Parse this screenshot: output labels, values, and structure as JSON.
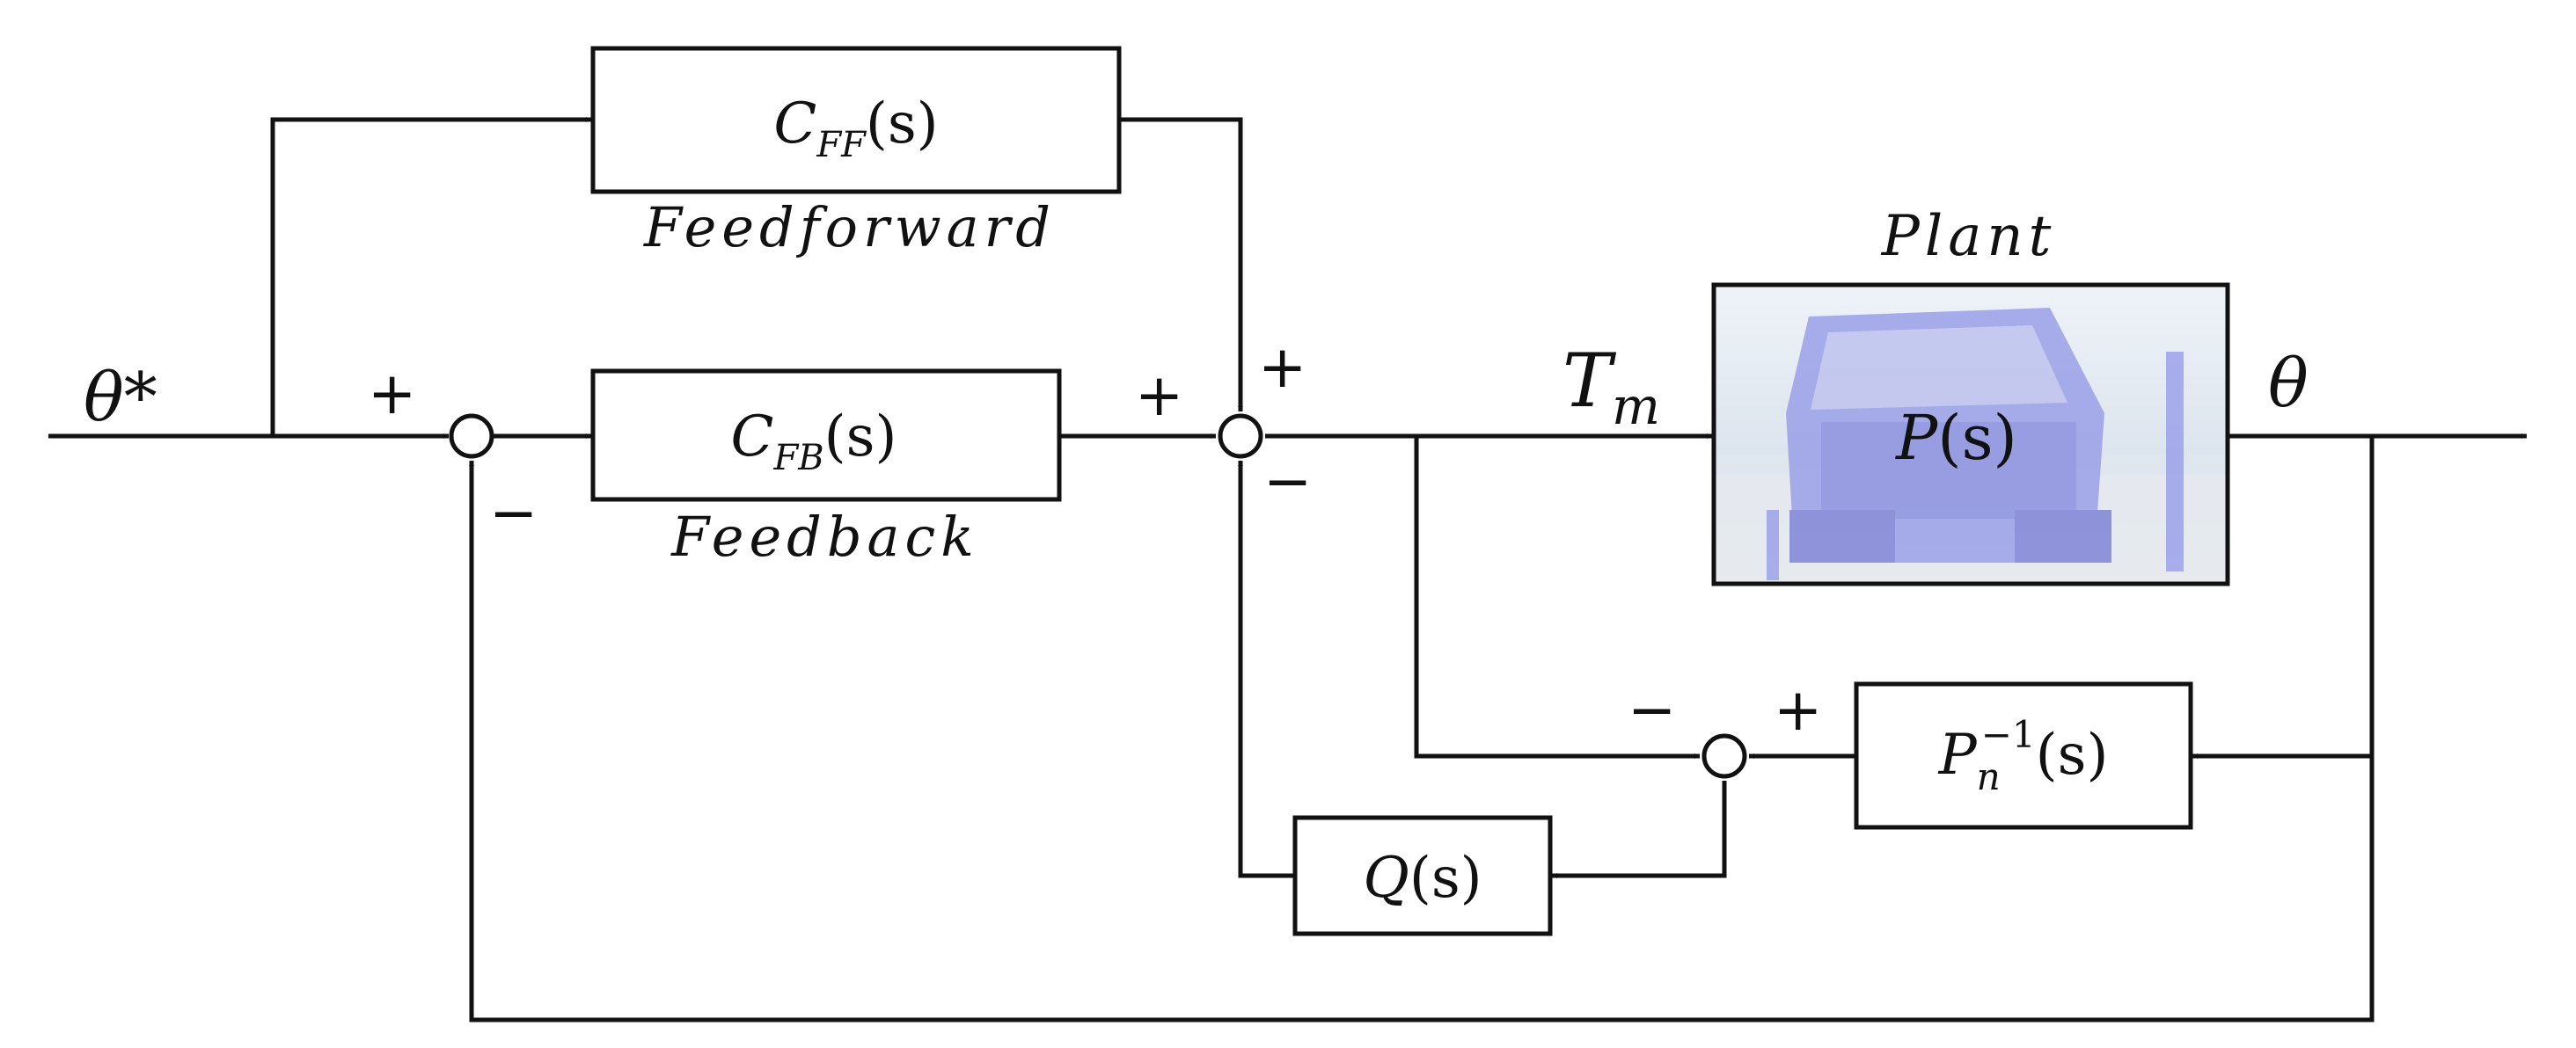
{
  "signals": {
    "reference": "θ*",
    "torque_main": "T",
    "torque_sub": "m",
    "output": "θ"
  },
  "blocks": {
    "feedforward": {
      "main": "C",
      "sub": "FF",
      "arg": "(s)",
      "caption": "Feedforward"
    },
    "feedback": {
      "main": "C",
      "sub": "FB",
      "arg": "(s)",
      "caption": "Feedback"
    },
    "plant": {
      "main": "P",
      "arg": "(s)",
      "caption": "Plant"
    },
    "inverse_model": {
      "main": "P",
      "sub": "n",
      "sup": "−1",
      "arg": "(s)"
    },
    "q_filter": {
      "main": "Q",
      "arg": "(s)"
    }
  },
  "signs": {
    "sum1_input": "+",
    "sum1_feedback": "−",
    "sum2_feedback_controller": "+",
    "sum2_feedforward": "+",
    "sum2_disturbance": "−",
    "sum3_torque": "−",
    "sum3_inverse": "+"
  },
  "colors": {
    "line": "#111111",
    "plant_image_bg": "#dfe6ef",
    "vehicle": "#8f93e6"
  }
}
